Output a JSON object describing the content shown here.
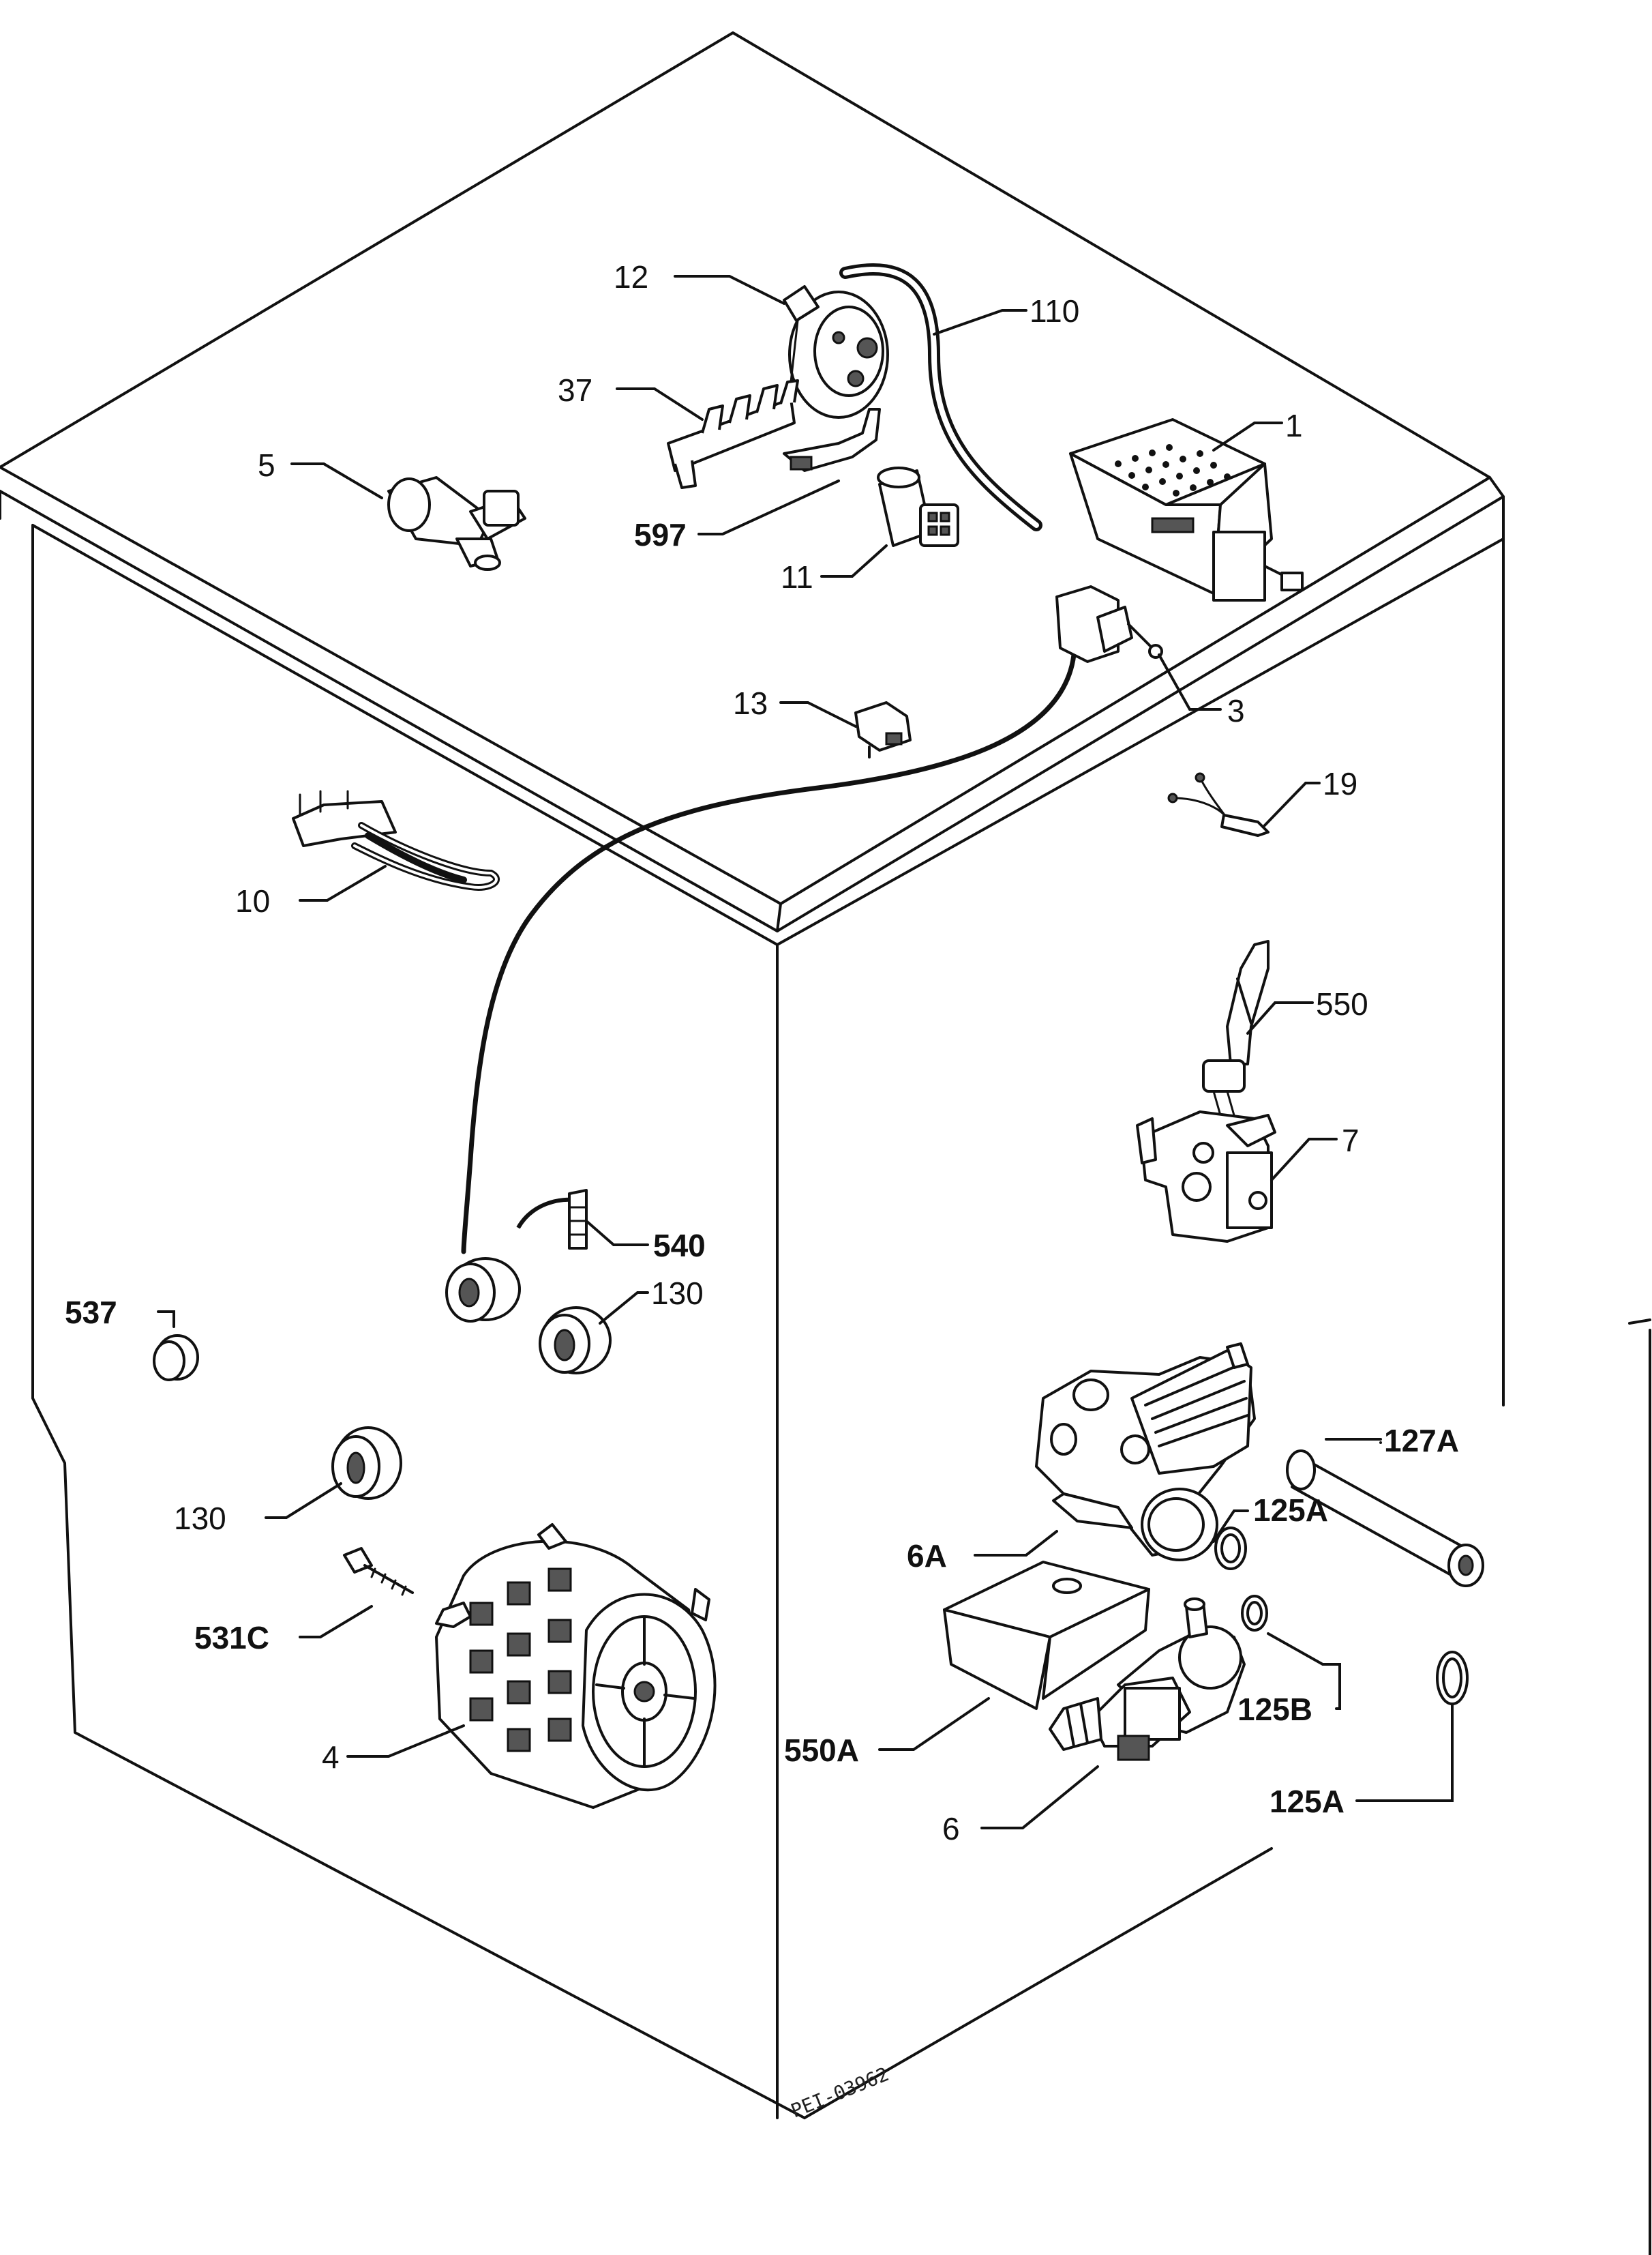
{
  "labels": {
    "p12": "12",
    "p110": "110",
    "p37": "37",
    "p5": "5",
    "p1": "1",
    "p597": "597",
    "p11": "11",
    "p13": "13",
    "p3": "3",
    "p19": "19",
    "p10": "10",
    "p550": "550",
    "p7": "7",
    "p540": "540",
    "p537": "537",
    "p130_upper": "130",
    "p130_lower": "130",
    "p127A": "127A",
    "p125A_upper": "125A",
    "p6A": "6A",
    "p531C": "531C",
    "p125B": "125B",
    "p550A": "550A",
    "p4": "4",
    "p6": "6",
    "p125A_lower": "125A"
  },
  "drawing_code": "PEI-03962"
}
